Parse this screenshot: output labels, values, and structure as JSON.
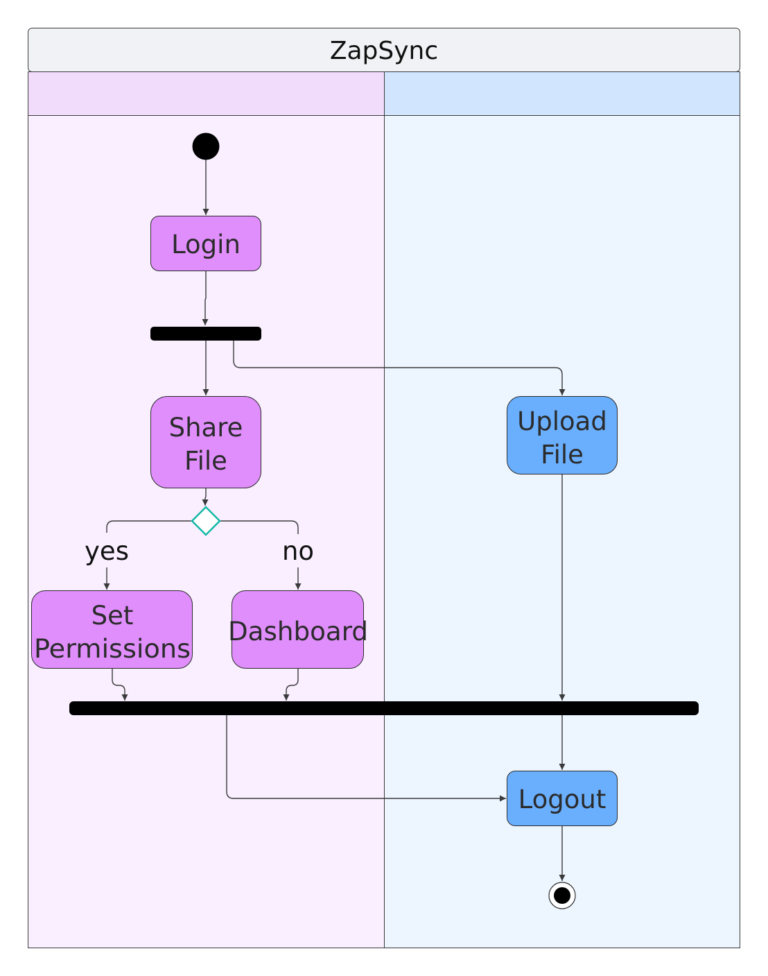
{
  "diagram": {
    "title": "ZapSync",
    "lanes": [
      {
        "label": ""
      },
      {
        "label": ""
      }
    ],
    "nodes": {
      "login": "Login",
      "share_file_line1": "Share",
      "share_file_line2": "File",
      "upload_file_line1": "Upload",
      "upload_file_line2": "File",
      "set_permissions_line1": "Set",
      "set_permissions_line2": "Permissions",
      "dashboard": "Dashboard",
      "logout": "Logout"
    },
    "edge_labels": {
      "yes": "yes",
      "no": "no"
    }
  },
  "colors": {
    "header_bg": "#f1f2f5",
    "lane1_header": "#f2dcfc",
    "lane1_body": "#f9efff",
    "lane2_header": "#d1e5ff",
    "lane2_body": "#edf5ff",
    "lane1_node": "#e08efc",
    "lane2_node": "#6aaffe",
    "decision_stroke": "#14b8a6"
  }
}
